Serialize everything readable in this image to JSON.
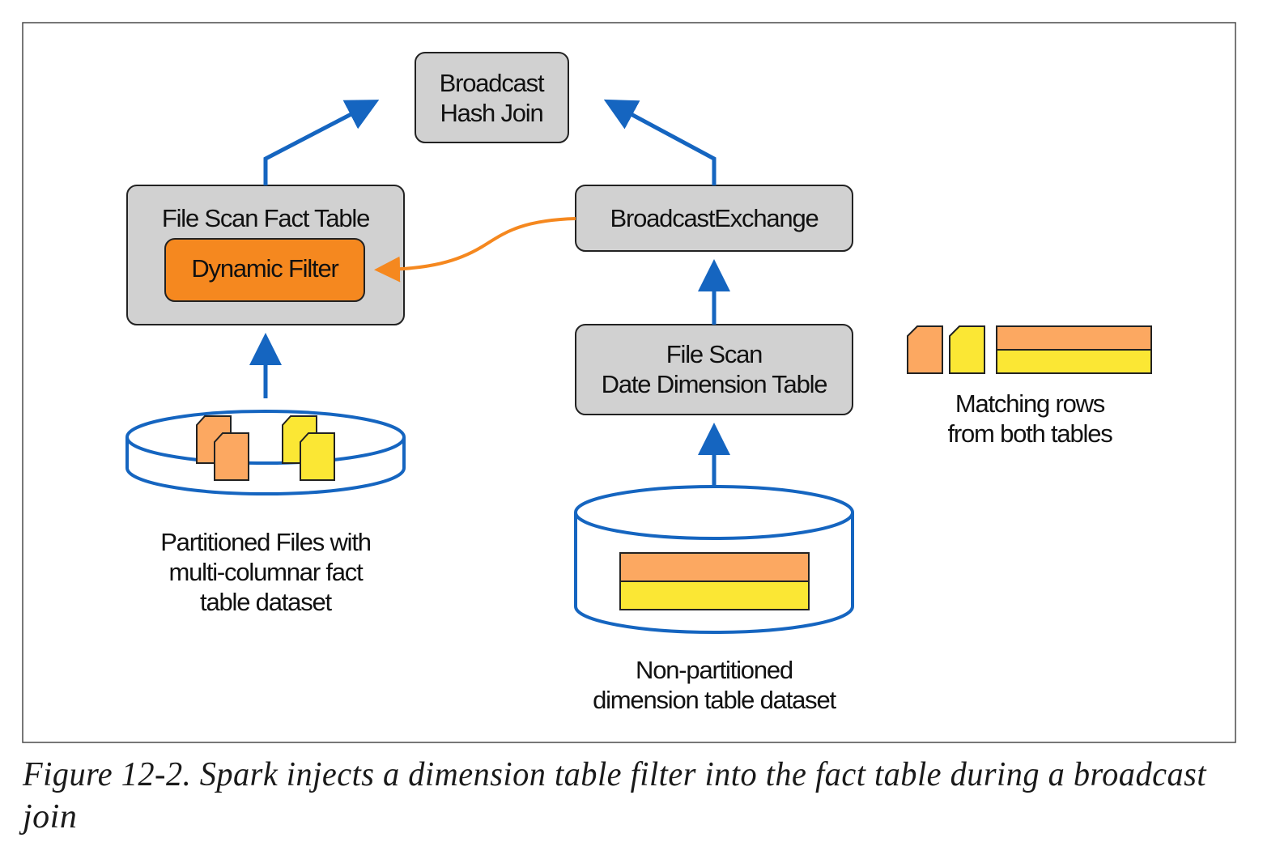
{
  "colors": {
    "arrow_blue": "#1565c0",
    "filter_orange": "#f5881f",
    "file_orange": "#fca861",
    "file_yellow": "#fbe734",
    "box_gray": "#d1d1d1"
  },
  "nodes": {
    "broadcast_hash_join": [
      "Broadcast",
      "Hash Join"
    ],
    "file_scan_fact_table": "File Scan Fact Table",
    "dynamic_filter": "Dynamic Filter",
    "broadcast_exchange": "BroadcastExchange",
    "file_scan_date_dimension": [
      "File Scan",
      "Date Dimension Table"
    ]
  },
  "datasets": {
    "partitioned_files": [
      "Partitioned Files with",
      "multi-columnar fact",
      "table dataset"
    ],
    "non_partitioned": [
      "Non-partitioned",
      "dimension table dataset"
    ]
  },
  "legend": {
    "matching_rows": [
      "Matching rows",
      "from both tables"
    ]
  },
  "caption": [
    "Figure 12-2. Spark injects a dimension table filter into the fact table during a broadcast",
    "join"
  ]
}
